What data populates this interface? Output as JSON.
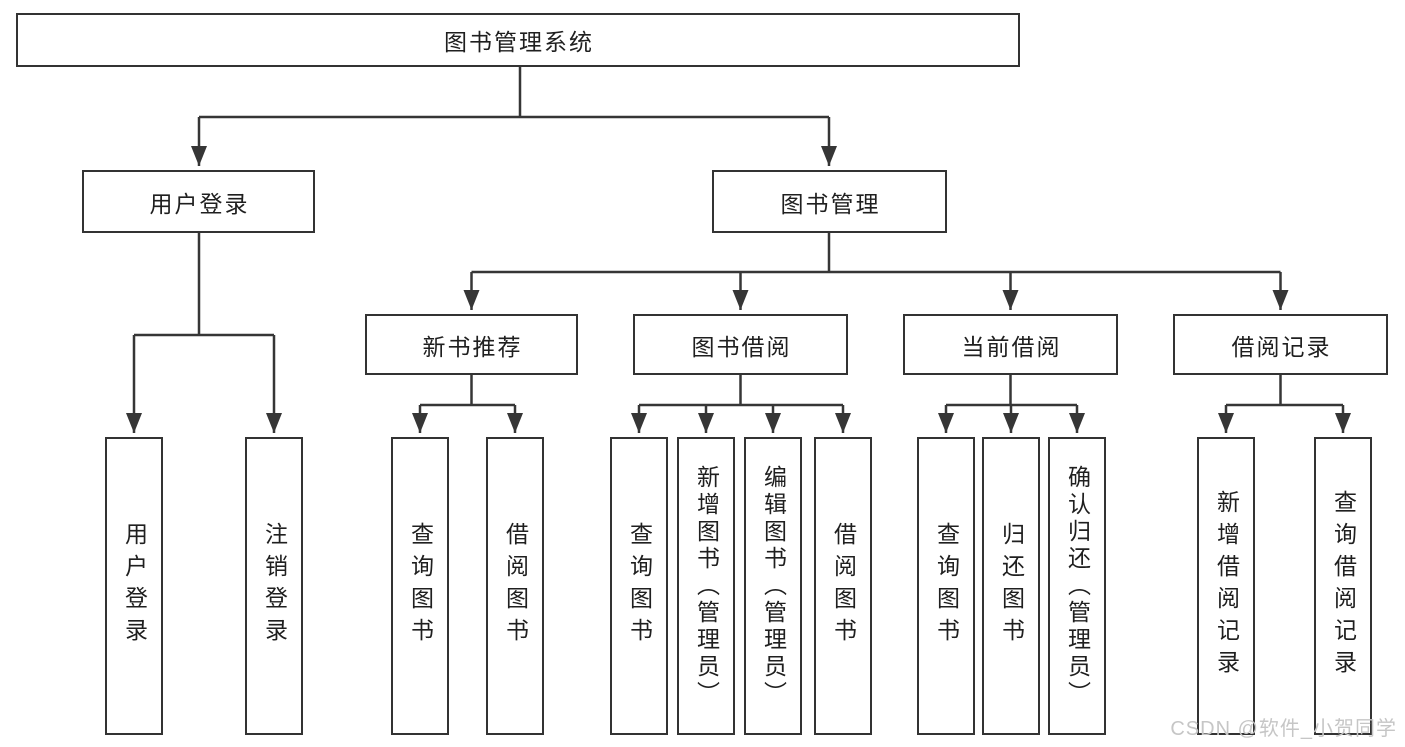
{
  "tree": {
    "root": "图书管理系统",
    "user_login": {
      "label": "用户登录",
      "children": [
        "用户登录",
        "注销登录"
      ]
    },
    "book_mgmt": {
      "label": "图书管理",
      "sections": {
        "new_books": {
          "label": "新书推荐",
          "children": [
            "查询图书",
            "借阅图书"
          ]
        },
        "book_borrow": {
          "label": "图书借阅",
          "children": [
            "查询图书",
            "新增图书（管理员）",
            "编辑图书（管理员）",
            "借阅图书"
          ]
        },
        "current_borrow": {
          "label": "当前借阅",
          "children": [
            "查询图书",
            "归还图书",
            "确认归还（管理员）"
          ]
        },
        "borrow_records": {
          "label": "借阅记录",
          "children": [
            "新增借阅记录",
            "查询借阅记录"
          ]
        }
      }
    }
  },
  "watermark": "CSDN @软件_小贺同学",
  "colors": {
    "line": "#363636",
    "border": "#333333",
    "text": "#1f1f1f",
    "watermark": "#c6c6c6",
    "background": "#ffffff"
  }
}
